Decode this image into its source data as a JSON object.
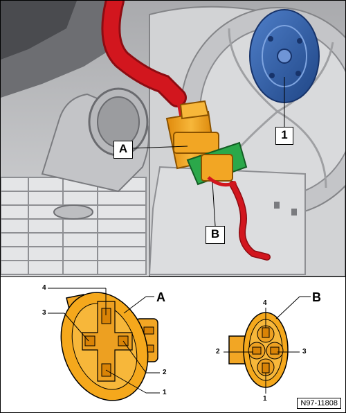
{
  "callouts": {
    "fan": "1",
    "connector_a": "A",
    "connector_b": "B"
  },
  "detail_a": {
    "title": "A",
    "pins": [
      "1",
      "2",
      "3",
      "4"
    ]
  },
  "detail_b": {
    "title": "B",
    "pins": [
      "1",
      "2",
      "3",
      "4"
    ]
  },
  "figure_ref": "N97-11808",
  "colors": {
    "connector_orange": "#F5A81C",
    "connector_green": "#2BA84A",
    "wire_red": "#D2161E",
    "fan_hub_blue": "#2E5FA8",
    "background_grey": "#C9CACC"
  }
}
